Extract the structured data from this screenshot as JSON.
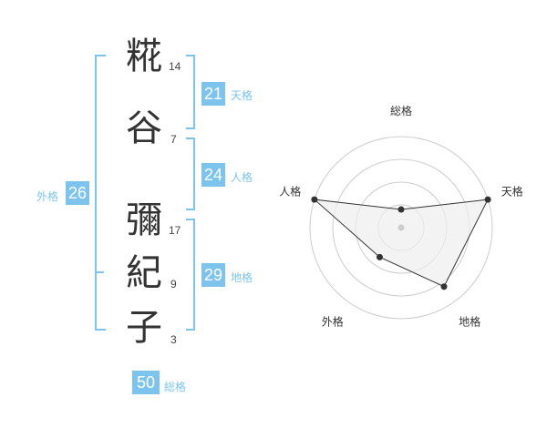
{
  "name": {
    "characters": [
      {
        "char": "糀",
        "strokes": "14"
      },
      {
        "char": "谷",
        "strokes": "7"
      },
      {
        "char": "彌",
        "strokes": "17"
      },
      {
        "char": "紀",
        "strokes": "9"
      },
      {
        "char": "子",
        "strokes": "3"
      }
    ]
  },
  "fortune": {
    "tenkaku": {
      "value": "21",
      "label": "天格"
    },
    "jinkaku": {
      "value": "24",
      "label": "人格"
    },
    "chikaku": {
      "value": "29",
      "label": "地格"
    },
    "gaikaku": {
      "value": "26",
      "label": "外格"
    },
    "soukaku": {
      "value": "50",
      "label": "総格"
    }
  },
  "radar": {
    "axes": [
      "総格",
      "天格",
      "地格",
      "外格",
      "人格"
    ],
    "levels": 4,
    "max": 5,
    "values": [
      1,
      5,
      4,
      2,
      5
    ],
    "colors": {
      "fill": "#eeeeee",
      "line": "#333333",
      "grid": "#cccccc"
    }
  },
  "colors": {
    "accent": "#7cc4ee",
    "text": "#333333"
  }
}
